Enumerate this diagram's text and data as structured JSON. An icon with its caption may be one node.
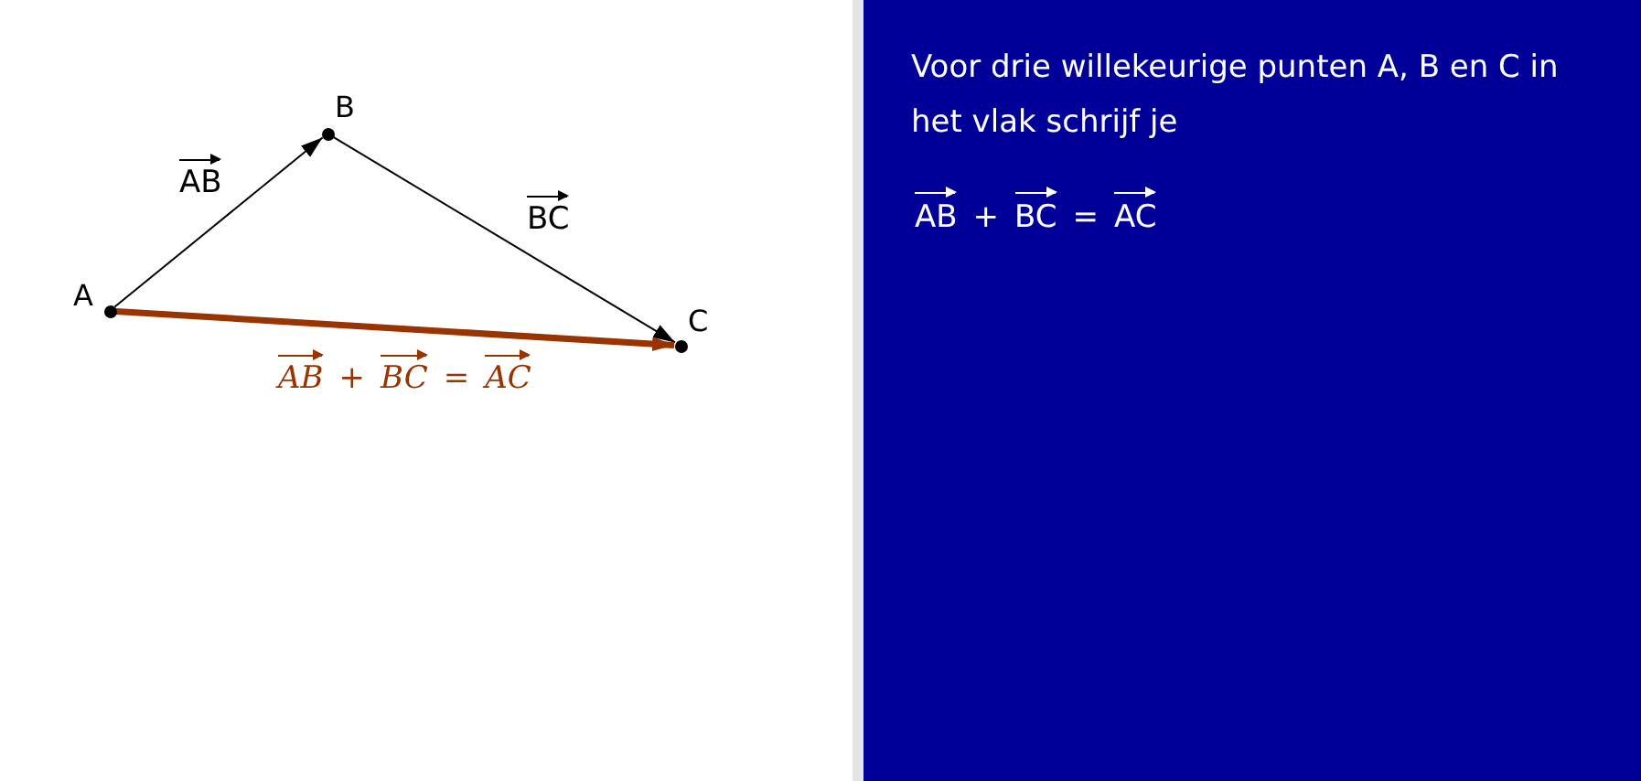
{
  "diagram": {
    "nodes": [
      {
        "text": [
          "A"
        ]
      },
      {
        "text": [
          "B"
        ]
      },
      {
        "text": [
          "C"
        ]
      }
    ],
    "edges": [
      {
        "from": 0,
        "to": 1,
        "arrow": "to",
        "label": "AB"
      },
      {
        "from": 1,
        "to": 2,
        "arrow": "to",
        "label": "BC"
      },
      {
        "from": 0,
        "to": 2,
        "arrow": "to",
        "label": "AB + BC = AC",
        "style": "thick",
        "color": "#993300"
      }
    ],
    "labels": [
      "Voor drie willekeurige punten A, B en C in het vlak schrijf je",
      "AB + BC = AC"
    ]
  }
}
